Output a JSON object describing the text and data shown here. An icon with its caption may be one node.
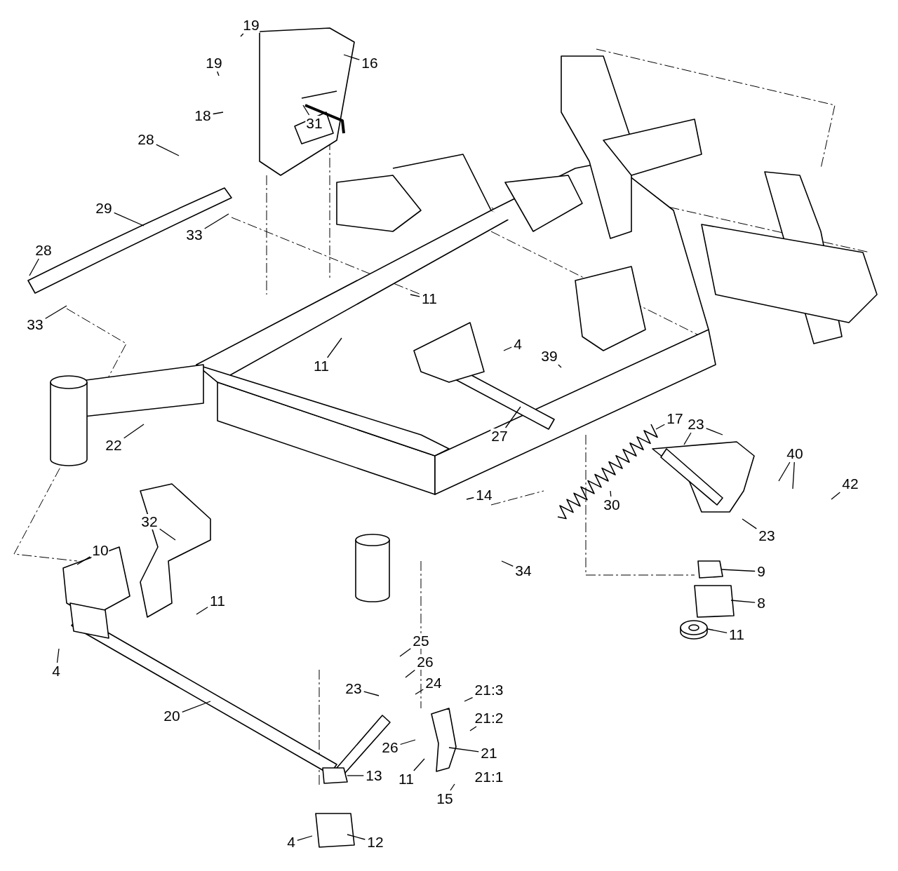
{
  "diagram": {
    "nodes": [
      {
        "text": [
          "19"
        ]
      },
      {
        "text": [
          "16"
        ]
      },
      {
        "text": [
          "19"
        ]
      },
      {
        "text": [
          "18"
        ]
      },
      {
        "text": [
          "31"
        ]
      },
      {
        "text": [
          "28"
        ]
      },
      {
        "text": [
          "29"
        ]
      },
      {
        "text": [
          "33"
        ]
      },
      {
        "text": [
          "28"
        ]
      },
      {
        "text": [
          "11"
        ]
      },
      {
        "text": [
          "33"
        ]
      },
      {
        "text": [
          "4"
        ]
      },
      {
        "text": [
          "39"
        ]
      },
      {
        "text": [
          "11"
        ]
      },
      {
        "text": [
          "17"
        ]
      },
      {
        "text": [
          "23"
        ]
      },
      {
        "text": [
          "27"
        ]
      },
      {
        "text": [
          "22"
        ]
      },
      {
        "text": [
          "40"
        ]
      },
      {
        "text": [
          "42"
        ]
      },
      {
        "text": [
          "14"
        ]
      },
      {
        "text": [
          "30"
        ]
      },
      {
        "text": [
          "23"
        ]
      },
      {
        "text": [
          "32"
        ]
      },
      {
        "text": [
          "10"
        ]
      },
      {
        "text": [
          "34"
        ]
      },
      {
        "text": [
          "9"
        ]
      },
      {
        "text": [
          "8"
        ]
      },
      {
        "text": [
          "11"
        ]
      },
      {
        "text": [
          "11"
        ]
      },
      {
        "text": [
          "25"
        ]
      },
      {
        "text": [
          "26"
        ]
      },
      {
        "text": [
          "4"
        ]
      },
      {
        "text": [
          "24"
        ]
      },
      {
        "text": [
          "23"
        ]
      },
      {
        "text": [
          "21:3"
        ]
      },
      {
        "text": [
          "20"
        ]
      },
      {
        "text": [
          "21:2"
        ]
      },
      {
        "text": [
          "26"
        ]
      },
      {
        "text": [
          "21"
        ]
      },
      {
        "text": [
          "11"
        ]
      },
      {
        "text": [
          "13"
        ]
      },
      {
        "text": [
          "15"
        ]
      },
      {
        "text": [
          "12"
        ]
      },
      {
        "text": [
          "4"
        ]
      },
      {
        "text": [
          "21:1"
        ]
      }
    ],
    "edges": [
      {
        "from": 0,
        "to": null,
        "arrow": "none"
      },
      {
        "from": 1,
        "to": null,
        "arrow": "none"
      },
      {
        "from": 2,
        "to": null,
        "arrow": "none"
      },
      {
        "from": 3,
        "to": null,
        "arrow": "none"
      },
      {
        "from": 4,
        "to": null,
        "arrow": "none"
      },
      {
        "from": 5,
        "to": null,
        "arrow": "none"
      },
      {
        "from": 6,
        "to": null,
        "arrow": "none"
      },
      {
        "from": 7,
        "to": null,
        "arrow": "none"
      },
      {
        "from": 8,
        "to": null,
        "arrow": "none"
      },
      {
        "from": 9,
        "to": null,
        "arrow": "none"
      },
      {
        "from": 10,
        "to": null,
        "arrow": "none"
      },
      {
        "from": 11,
        "to": null,
        "arrow": "none"
      },
      {
        "from": 12,
        "to": null,
        "arrow": "none"
      },
      {
        "from": 13,
        "to": null,
        "arrow": "none"
      },
      {
        "from": 14,
        "to": null,
        "arrow": "none"
      },
      {
        "from": 15,
        "to": null,
        "arrow": "none"
      },
      {
        "from": 15,
        "to": null,
        "arrow": "none"
      },
      {
        "from": 16,
        "to": null,
        "arrow": "none"
      },
      {
        "from": 17,
        "to": null,
        "arrow": "none"
      },
      {
        "from": 18,
        "to": null,
        "arrow": "none"
      },
      {
        "from": 18,
        "to": null,
        "arrow": "none"
      },
      {
        "from": 19,
        "to": null,
        "arrow": "none"
      },
      {
        "from": 20,
        "to": null,
        "arrow": "none"
      },
      {
        "from": 21,
        "to": null,
        "arrow": "none"
      },
      {
        "from": 22,
        "to": null,
        "arrow": "none"
      },
      {
        "from": 23,
        "to": null,
        "arrow": "none"
      },
      {
        "from": 24,
        "to": null,
        "arrow": "none"
      },
      {
        "from": 25,
        "to": null,
        "arrow": "none"
      },
      {
        "from": 26,
        "to": null,
        "arrow": "none"
      },
      {
        "from": 27,
        "to": null,
        "arrow": "none"
      },
      {
        "from": 28,
        "to": null,
        "arrow": "none"
      },
      {
        "from": 29,
        "to": null,
        "arrow": "none"
      },
      {
        "from": 30,
        "to": null,
        "arrow": "none"
      },
      {
        "from": 31,
        "to": null,
        "arrow": "none"
      },
      {
        "from": 32,
        "to": null,
        "arrow": "none"
      },
      {
        "from": 33,
        "to": null,
        "arrow": "none"
      },
      {
        "from": 34,
        "to": null,
        "arrow": "none"
      },
      {
        "from": 35,
        "to": null,
        "arrow": "none"
      },
      {
        "from": 36,
        "to": null,
        "arrow": "none"
      },
      {
        "from": 37,
        "to": null,
        "arrow": "none"
      },
      {
        "from": 38,
        "to": null,
        "arrow": "none"
      },
      {
        "from": 39,
        "to": null,
        "arrow": "none"
      },
      {
        "from": 40,
        "to": null,
        "arrow": "none"
      },
      {
        "from": 41,
        "to": null,
        "arrow": "none"
      },
      {
        "from": 42,
        "to": null,
        "arrow": "none"
      },
      {
        "from": 43,
        "to": null,
        "arrow": "none"
      },
      {
        "from": 44,
        "to": null,
        "arrow": "none"
      }
    ]
  }
}
